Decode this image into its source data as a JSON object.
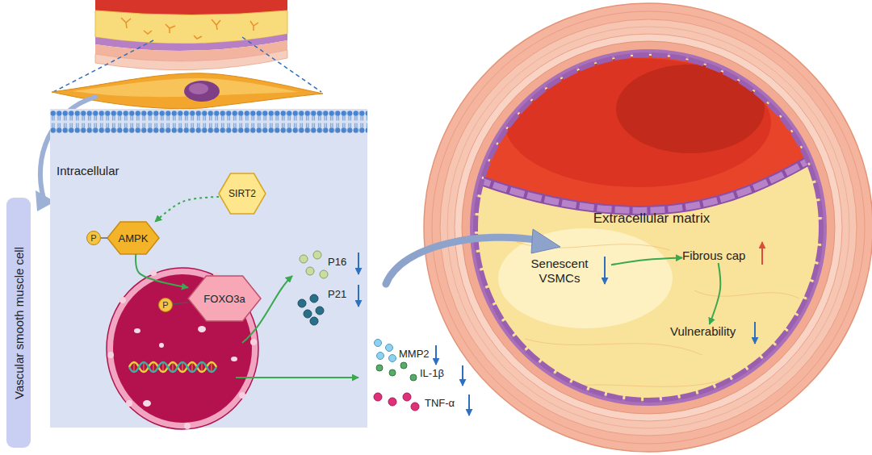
{
  "diagram": {
    "nodes": [
      {
        "text": [
          "Vascular smooth muscle cell"
        ]
      },
      {
        "text": [
          "Intracellular"
        ]
      },
      {
        "text": [
          "SIRT2"
        ],
        "in": 1
      },
      {
        "text": [
          "P"
        ],
        "in": 1
      },
      {
        "text": [
          "AMPK"
        ],
        "in": 1
      },
      {
        "text": [
          "P"
        ],
        "in": 1
      },
      {
        "text": [
          "FOXO3a"
        ],
        "in": 1
      },
      {
        "text": [
          "Extracellular matrix"
        ]
      },
      {
        "text": [
          "Senescent VSMCs"
        ],
        "in": 7
      },
      {
        "text": [
          "Fibrous cap"
        ],
        "in": 7
      },
      {
        "text": [
          "Vulnerability"
        ],
        "in": 7
      }
    ],
    "edges": [
      {
        "from": 2,
        "to": 4,
        "arrow": "to"
      },
      {
        "from": 3,
        "to": 4,
        "arrow": "none"
      },
      {
        "from": 4,
        "to": 6,
        "arrow": "to"
      },
      {
        "from": 5,
        "to": 6,
        "arrow": "none"
      },
      {
        "from": 8,
        "to": 9,
        "arrow": "to"
      },
      {
        "from": 9,
        "to": 10,
        "arrow": "to"
      }
    ],
    "labels": [
      "P16",
      "P21",
      "MMP2",
      "IL-1β",
      "TNF-α"
    ]
  }
}
